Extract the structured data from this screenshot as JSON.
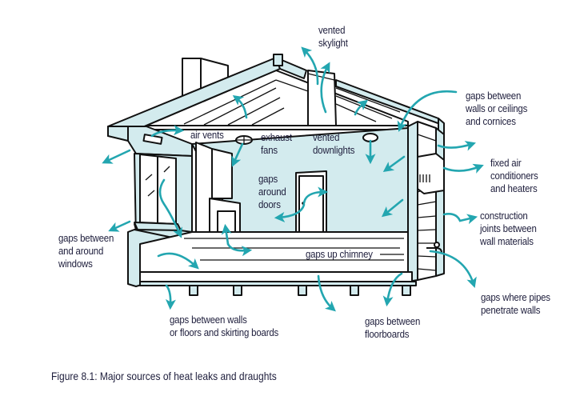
{
  "figure": {
    "caption": "Figure 8.1: Major sources of heat leaks and draughts",
    "accent_color": "#23a6b0",
    "wall_fill_color": "#d3ebee"
  },
  "labels": {
    "vented_skylight": "vented\nskylight",
    "gaps_walls_ceilings_cornices": "gaps between\nwalls or ceilings\nand cornices",
    "air_vents": "air vents",
    "exhaust_fans": "exhaust\nfans",
    "vented_downlights": "vented\ndownlights",
    "fixed_air_conditioners": "fixed air\nconditioners\nand heaters",
    "gaps_around_doors": "gaps\naround\ndoors",
    "construction_joints": "construction\njoints between\nwall materials",
    "gaps_windows": "gaps between\nand around\nwindows",
    "gaps_up_chimney": "gaps up chimney",
    "gaps_pipes": "gaps where pipes\npenetrate walls",
    "gaps_skirting": "gaps between walls\nor floors and skirting boards",
    "gaps_floorboards": "gaps between\nfloorboards"
  }
}
